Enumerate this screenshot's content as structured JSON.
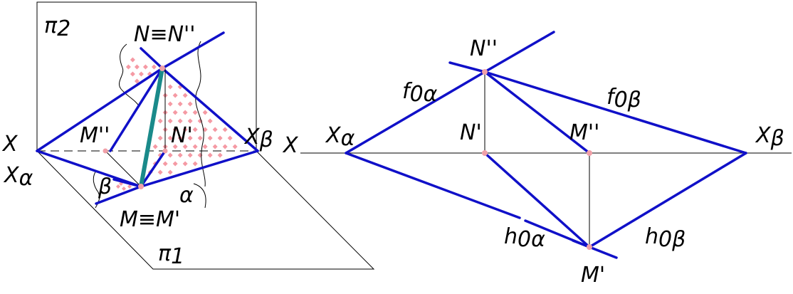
{
  "colors": {
    "line": "#1010c8",
    "segment": "#1a8a8a",
    "point": "#f0a0a8",
    "hatch": "#f59aa4",
    "construction": "#000000"
  },
  "left": {
    "plane_pi2": "π",
    "plane_pi2_sub": "2",
    "plane_pi1": "π",
    "plane_pi1_sub": "1",
    "axis": "X",
    "x_alpha": "X",
    "x_alpha_sub": "α",
    "x_beta": "X",
    "x_beta_sub": "β",
    "n_coincide": "N≡N''",
    "m_coincide": "M≡M'",
    "m_double_prime": "M''",
    "n_prime": "N'",
    "alpha": "α",
    "beta": "β"
  },
  "right": {
    "axis": "X",
    "x_alpha": "X",
    "x_alpha_sub": "α",
    "x_beta": "X",
    "x_beta_sub": "β",
    "n_double_prime": "N''",
    "n_prime": "N'",
    "m_double_prime": "M''",
    "m_prime": "M'",
    "f_alpha": "f",
    "f_alpha_sub": "0α",
    "f_beta": "f",
    "f_beta_sub": "0β",
    "h_alpha": "h",
    "h_alpha_sub": "0α",
    "h_beta": "h",
    "h_beta_sub": "0β"
  }
}
